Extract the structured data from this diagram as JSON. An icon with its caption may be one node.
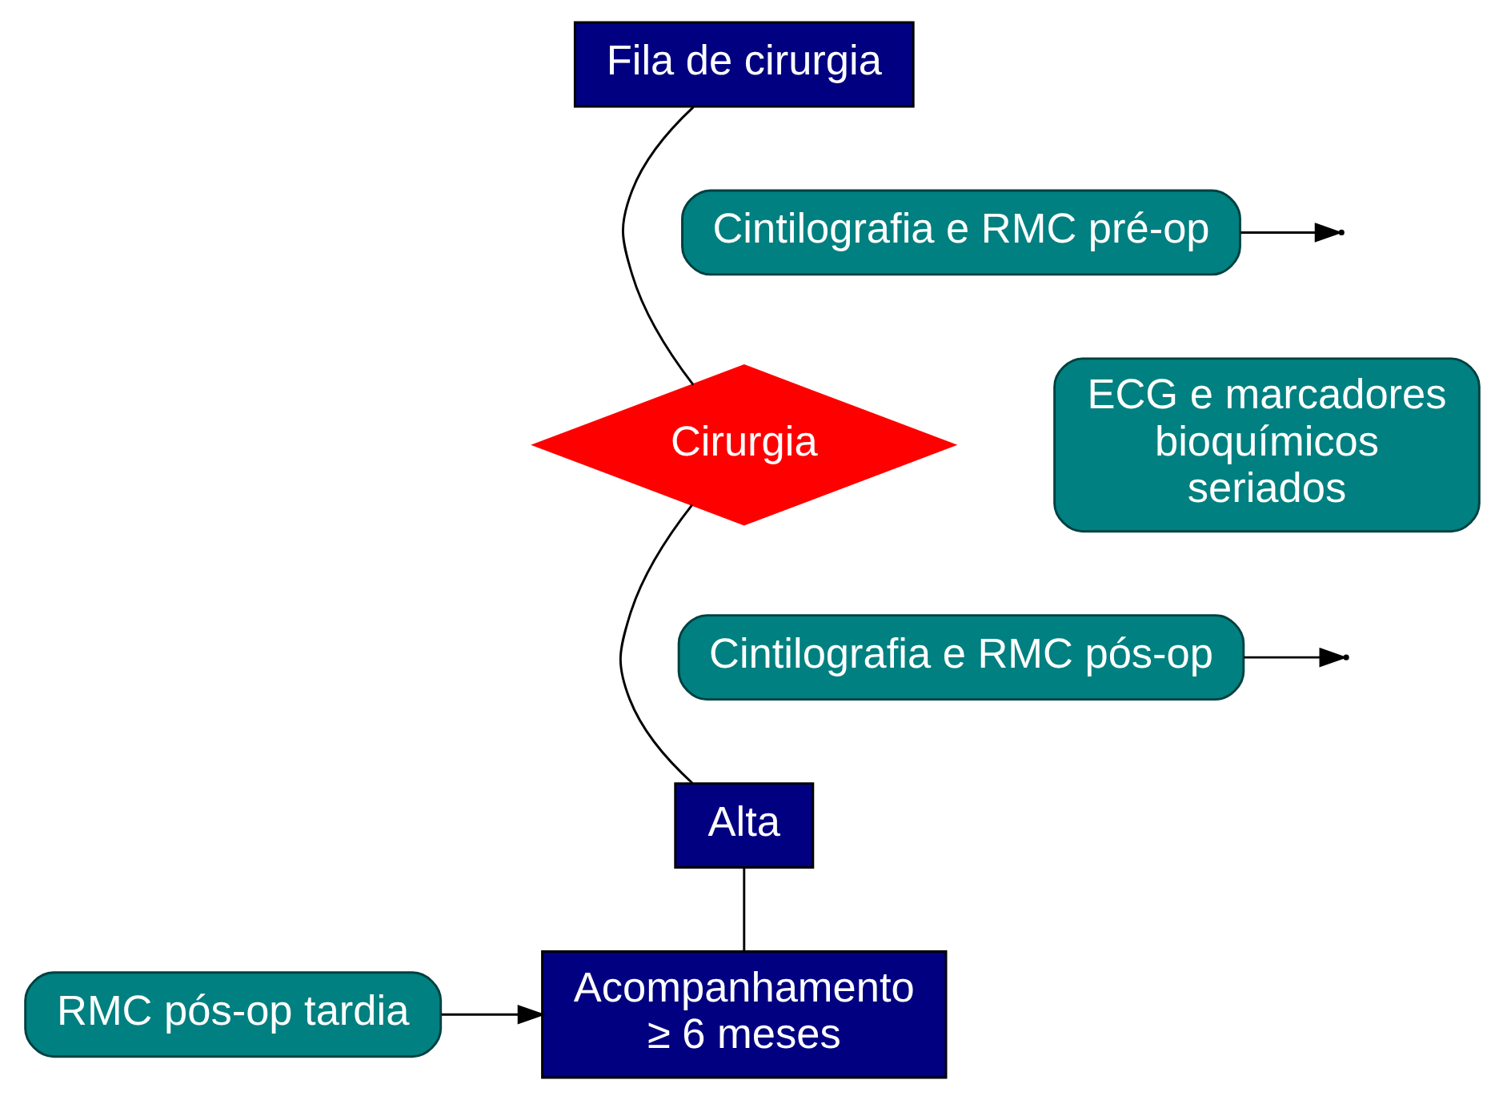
{
  "diagram": {
    "nodes": [
      {
        "text": [
          "Fila de cirurgia"
        ]
      },
      {
        "text": [
          "Cirurgia"
        ]
      },
      {
        "text": [
          "Alta"
        ]
      },
      {
        "text": [
          "Acompanhamento ≥ 6 meses"
        ]
      },
      {
        "text": [
          "ECG e marcadores bioquímicos seriados"
        ]
      },
      {
        "text": [
          "Cintilografia e RMC pré-op"
        ]
      },
      {
        "text": [
          "Cintilografia e RMC pós-op"
        ]
      },
      {
        "text": [
          "RMC pós-op tardia"
        ]
      }
    ],
    "edges": [
      {
        "from": 0,
        "to": 1,
        "arrow": "none"
      },
      {
        "from": 1,
        "to": 2,
        "arrow": "none"
      },
      {
        "from": 2,
        "to": 3,
        "arrow": "none"
      },
      {
        "from": 5,
        "to": null,
        "arrow": "to"
      },
      {
        "from": 6,
        "to": null,
        "arrow": "to"
      },
      {
        "from": 7,
        "to": 3,
        "arrow": "to"
      }
    ]
  }
}
